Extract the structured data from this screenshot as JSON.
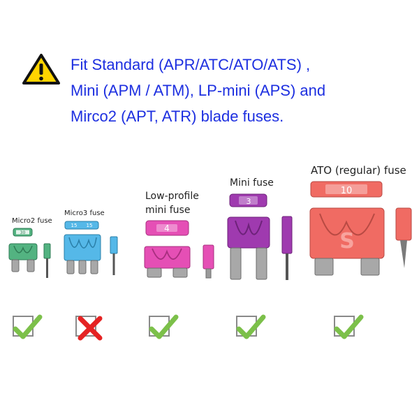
{
  "notice": {
    "icon": "warning-triangle-icon",
    "lines": [
      "Fit Standard (APR/ATC/ATO/ATS) ,",
      "Mini (APM / ATM), LP-mini (APS) and",
      "Mirco2 (APT, ATR) blade fuses."
    ],
    "color": "#1d2fe0"
  },
  "fuses": [
    {
      "label": "Micro2 fuse",
      "rating": "30",
      "color": "#53b381",
      "fits": true,
      "status_icon": "check-icon"
    },
    {
      "label": "Micro3 fuse",
      "rating": "15",
      "color": "#55b8e8",
      "fits": false,
      "status_icon": "cross-icon"
    },
    {
      "label_lines": [
        "Low-profile",
        "mini fuse"
      ],
      "rating": "4",
      "color": "#e54fb5",
      "fits": true,
      "status_icon": "check-icon"
    },
    {
      "label": "Mini fuse",
      "rating": "3",
      "color": "#9f3aaf",
      "fits": true,
      "status_icon": "check-icon"
    },
    {
      "label": "ATO (regular) fuse",
      "rating": "10",
      "color": "#f06b63",
      "fits": true,
      "status_icon": "check-icon"
    }
  ],
  "colors": {
    "check": "#7cc04a",
    "cross": "#e52323",
    "box_border": "#8a8a8a",
    "fuse_legs": "#a8a8a8"
  }
}
